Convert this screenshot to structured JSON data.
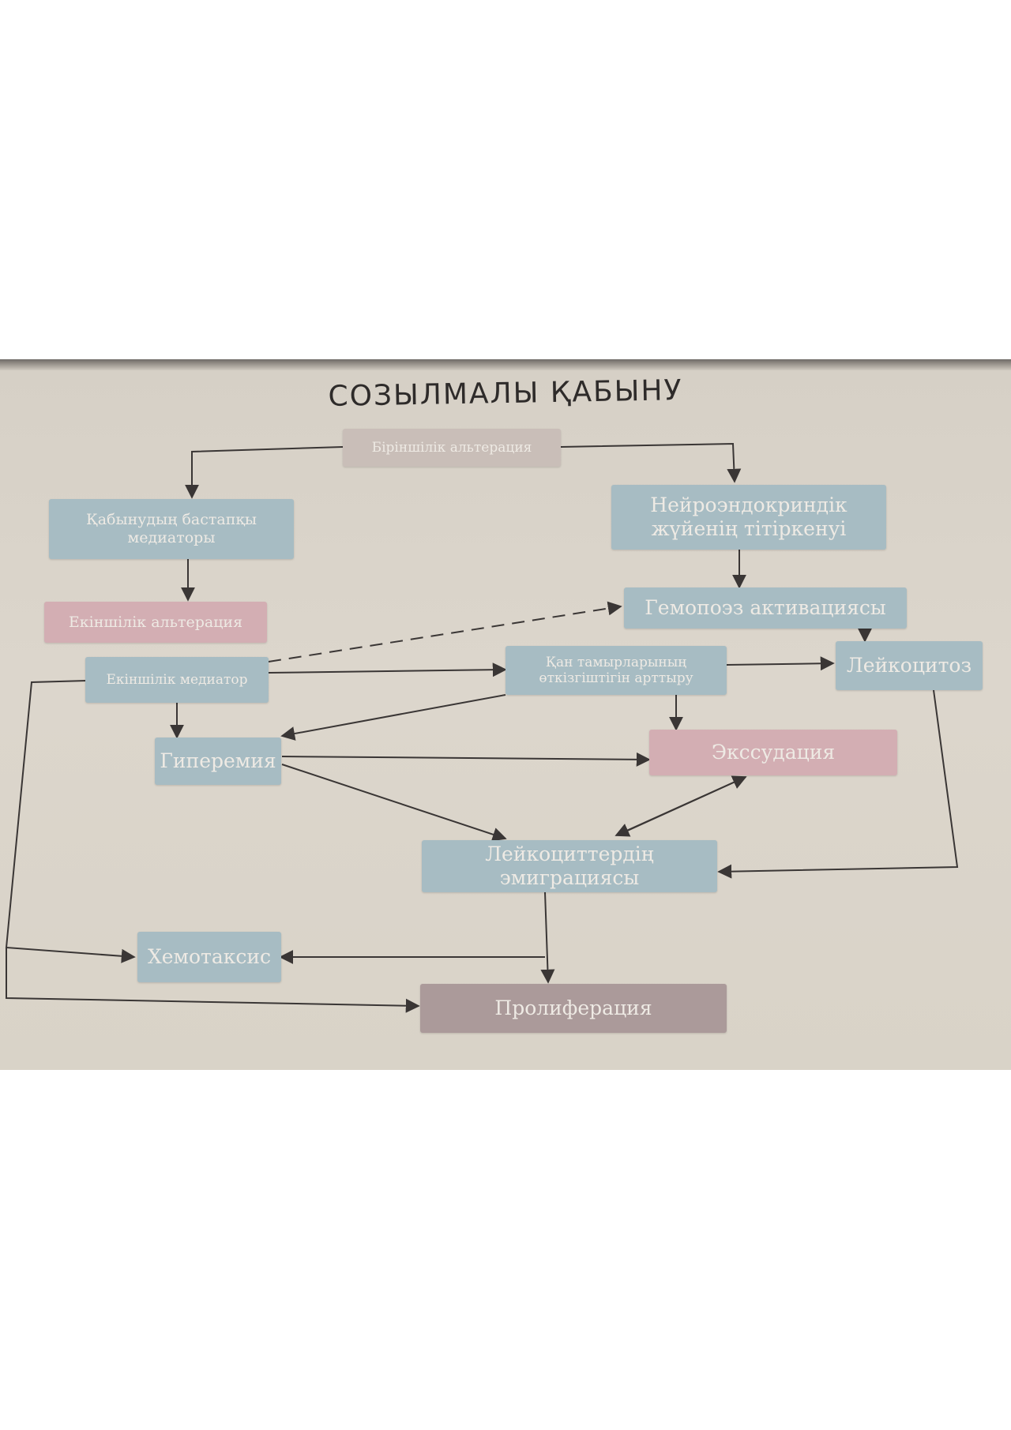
{
  "title": "СОЗЫЛМАЛЫ ҚАБЫНУ",
  "nodes": {
    "primary_alteration": "Біріншілік альтерация",
    "inflammation_mediators": "Қабынудың бастапқы медиаторы",
    "neuroendocrine": "Нейроэндокриндік жүйенің тітіркенуі",
    "secondary_alteration": "Екіншілік альтерация",
    "hemopoiesis": "Гемопоэз активациясы",
    "secondary_mediator": "Екіншілік медиатор",
    "vascular_permeability": "Қан тамырларының өткізгіштігін арттыру",
    "leukocytosis": "Лейкоцитоз",
    "hyperemia": "Гиперемия",
    "exudation": "Экссудация",
    "leukocyte_emigration": "Лейкоциттердің эмиграциясы",
    "chemotaxis": "Хемотаксис",
    "proliferation": "Пролиферация"
  },
  "colors": {
    "blue": "#a7bcc3",
    "pink": "#d3aeb3",
    "grey": "#c9beb8",
    "mauve": "#ab9a9a",
    "arrow": "#3a3635"
  }
}
